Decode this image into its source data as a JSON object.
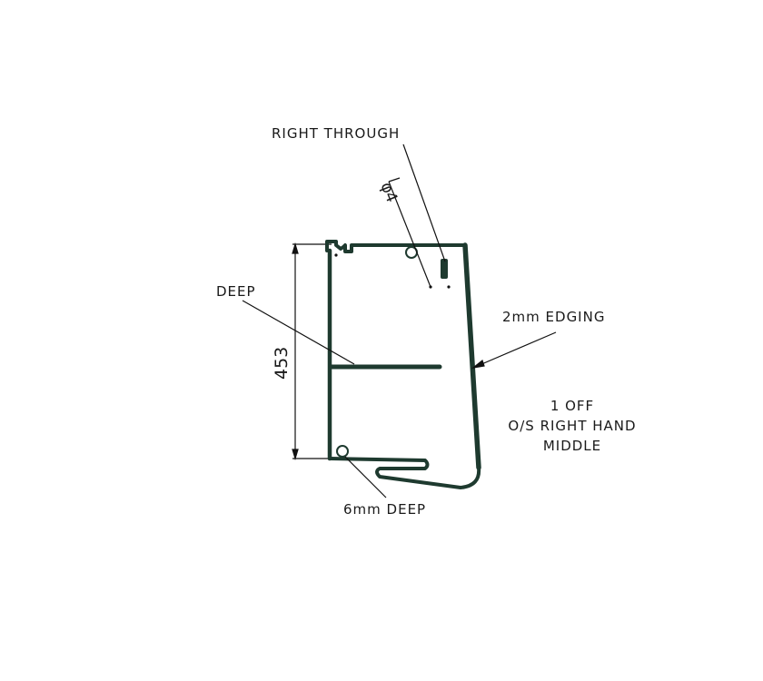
{
  "drawing": {
    "type": "technical-section-drawing",
    "line_color": "#1e3a2f",
    "thin_line_color": "#111111",
    "background": "#ffffff"
  },
  "labels": {
    "right_through": "RIGHT THROUGH",
    "hole_diameter": "φ4",
    "deep": "DEEP",
    "edging": "2mm EDGING",
    "dimension_height": "453",
    "quantity": "1 OFF",
    "orientation": "O/S RIGHT HAND",
    "position": "MIDDLE",
    "groove_depth": "6mm DEEP"
  }
}
